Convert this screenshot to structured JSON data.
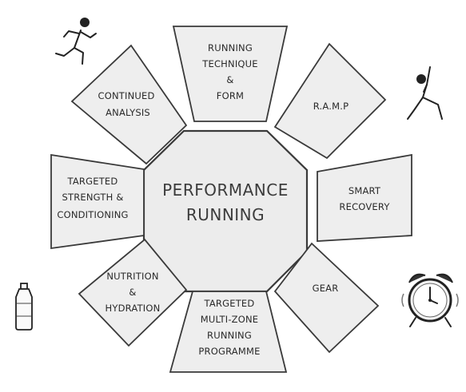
{
  "center": {
    "line1": "PERFORMANCE",
    "line2": "RUNNING"
  },
  "segments": {
    "running_technique": {
      "l1": "RUNNING",
      "l2": "TECHNIQUE",
      "l3": "&",
      "l4": "FORM"
    },
    "ramp": {
      "l1": "R.A.M.P"
    },
    "smart_recovery": {
      "l1": "SMART",
      "l2": "RECOVERY"
    },
    "gear": {
      "l1": "GEAR"
    },
    "multi_zone": {
      "l1": "TARGETED",
      "l2": "MULTI-ZONE",
      "l3": "RUNNING",
      "l4": "PROGRAMME"
    },
    "nutrition": {
      "l1": "NUTRITION",
      "l2": "&",
      "l3": "HYDRATION"
    },
    "strength": {
      "l1": "TARGETED",
      "l2": "STRENGTH  &",
      "l3": "CONDITIONING"
    },
    "analysis": {
      "l1": "CONTINUED",
      "l2": "ANALYSIS"
    }
  },
  "icons": {
    "top_left": "running-person-icon",
    "top_right": "stretching-person-icon",
    "bottom_left": "water-bottle-icon",
    "bottom_right": "alarm-clock-icon"
  }
}
